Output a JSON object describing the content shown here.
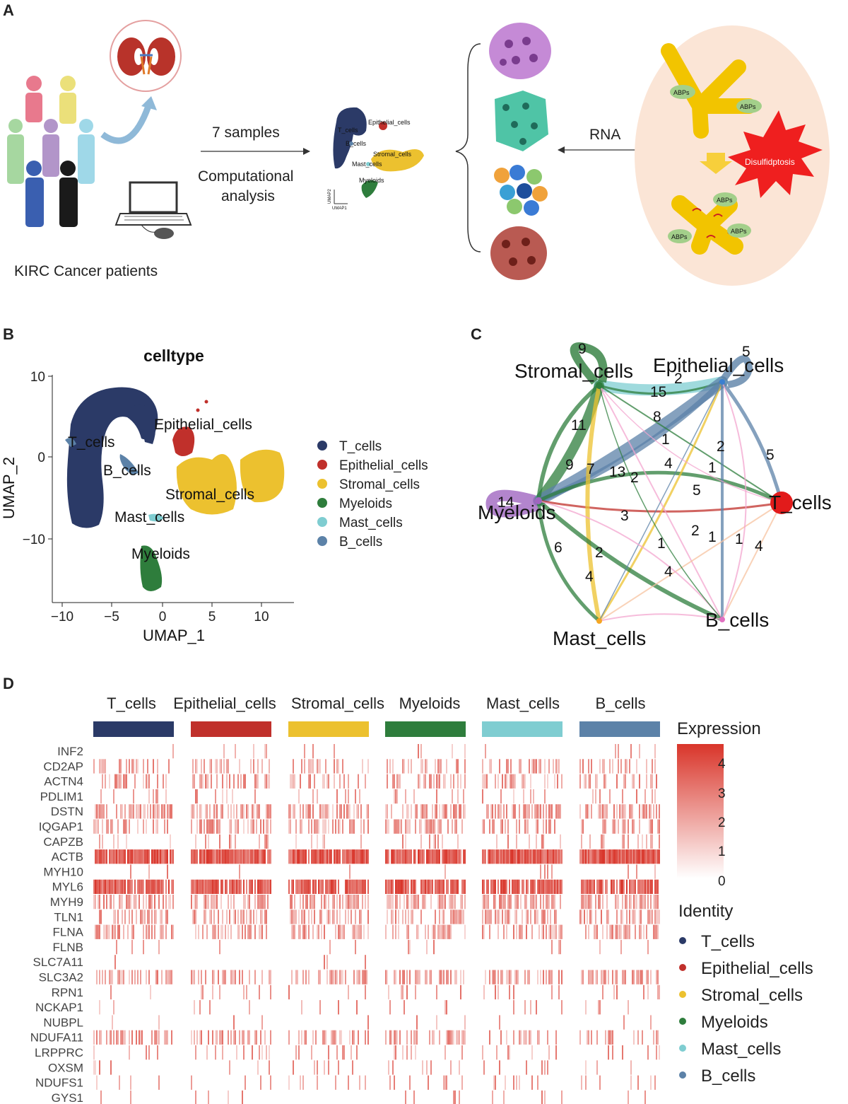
{
  "panels": {
    "a": "A",
    "b": "B",
    "c": "C",
    "d": "D"
  },
  "panel_a": {
    "patients_label": "KIRC Cancer patients",
    "samples_label": "7 samples",
    "analysis_line1": "Computational",
    "analysis_line2": "analysis",
    "rna_label": "RNA",
    "disulfidptosis_label": "Disulfidptosis",
    "abps_label": "ABPs",
    "mini_umap_labels": [
      "T_cells",
      "Epithelial_cells",
      "B_cells",
      "Stromal_cells",
      "Mast_cells",
      "Myeloids"
    ],
    "mini_axis_x": "UMAP1",
    "mini_axis_y": "UMAP2"
  },
  "panel_b": {
    "title": "celltype",
    "xlabel": "UMAP_1",
    "ylabel": "UMAP_2",
    "xticks": [
      "−10",
      "−5",
      "0",
      "5",
      "10"
    ],
    "yticks": [
      "10",
      "0",
      "−10"
    ],
    "cluster_labels": {
      "t": "T_cells",
      "epi": "Epithelial_cells",
      "b": "B_cells",
      "str": "Stromal_cells",
      "mast": "Mast_cells",
      "mye": "Myeloids"
    },
    "legend": [
      "T_cells",
      "Epithelial_cells",
      "Stromal_cells",
      "Myeloids",
      "Mast_cells",
      "B_cells"
    ]
  },
  "panel_c": {
    "nodes": [
      "Stromal_cells",
      "Epithelial_cells",
      "Myeloids",
      "T_cells",
      "Mast_cells",
      "B_cells"
    ],
    "edge_weights": [
      "9",
      "5",
      "15",
      "2",
      "11",
      "8",
      "1",
      "9",
      "7",
      "13",
      "2",
      "4",
      "2",
      "1",
      "5",
      "14",
      "3",
      "5",
      "6",
      "2",
      "4",
      "1",
      "2",
      "1",
      "4",
      "1",
      "4"
    ]
  },
  "panel_d": {
    "groups": [
      "T_cells",
      "Epithelial_cells",
      "Stromal_cells",
      "Myeloids",
      "Mast_cells",
      "B_cells"
    ],
    "genes": [
      "INF2",
      "CD2AP",
      "ACTN4",
      "PDLIM1",
      "DSTN",
      "IQGAP1",
      "CAPZB",
      "ACTB",
      "MYH10",
      "MYL6",
      "MYH9",
      "TLN1",
      "FLNA",
      "FLNB",
      "SLC7A11",
      "SLC3A2",
      "RPN1",
      "NCKAP1",
      "NUBPL",
      "NDUFA11",
      "LRPPRC",
      "OXSM",
      "NDUFS1",
      "GYS1"
    ],
    "expression_title": "Expression",
    "expression_ticks": [
      "4",
      "3",
      "2",
      "1",
      "0"
    ],
    "identity_title": "Identity",
    "identity_items": [
      "T_cells",
      "Epithelial_cells",
      "Stromal_cells",
      "Myeloids",
      "Mast_cells",
      "B_cells"
    ]
  },
  "colors": {
    "t_cells": "#2b3a67",
    "epithelial": "#c0302b",
    "stromal": "#ecc12f",
    "myeloids": "#2e7d3c",
    "mast": "#7fcdd1",
    "b_cells": "#5c82a8",
    "heat_high": "#d9352a"
  }
}
